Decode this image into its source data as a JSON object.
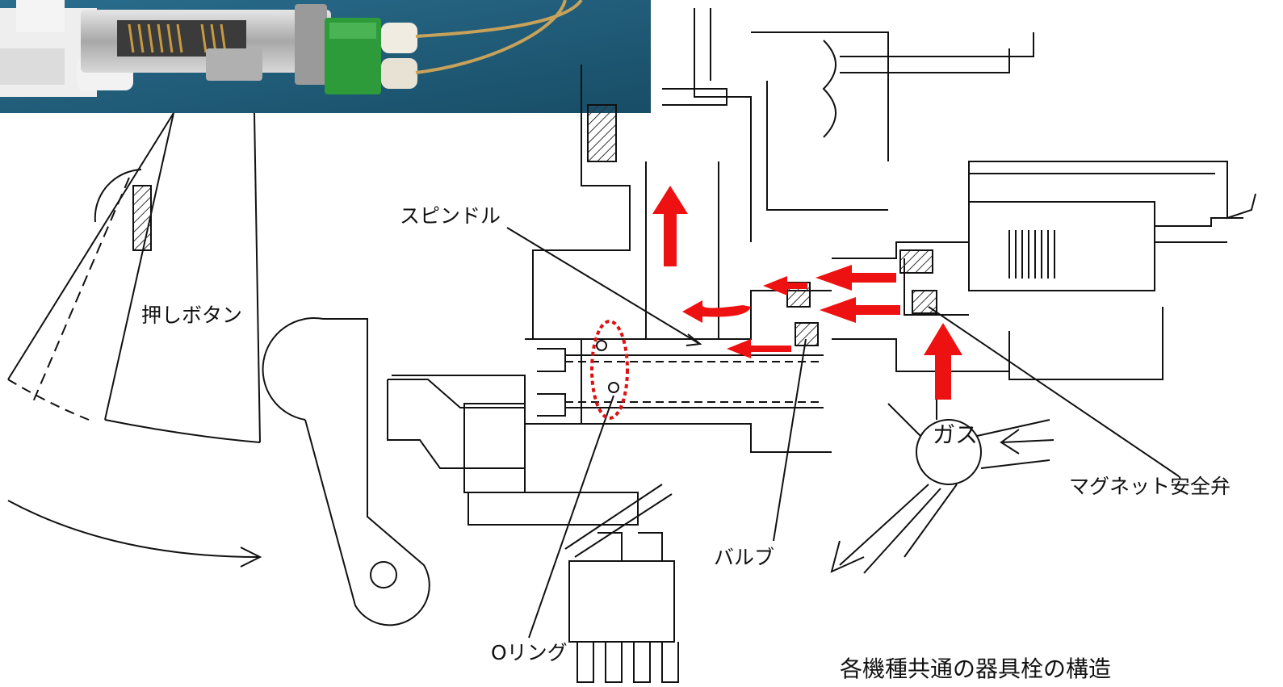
{
  "photo_inset": {
    "description": "",
    "colors": {
      "background": "#1c5a78",
      "body_metal": "#c8c8c8",
      "green_block": "#2e9b3a",
      "white_parts": "#f0ece2",
      "wire": "#c9a25a"
    }
  },
  "labels": {
    "spindle": "スピンドル",
    "push_button": "押しボタン",
    "gas": "ガス",
    "magnet_valve": "マグネット安全弁",
    "valve": "バルブ",
    "o_ring": "Oリング",
    "caption": "各機種共通の器具栓の構造"
  },
  "colors": {
    "line": "#111111",
    "arrow": "#ee1111",
    "hatch": "#333333",
    "background": "#ffffff"
  },
  "icons": {
    "flow_arrows": "red-arrow-icon",
    "gas_inlet": "open-arrow-icon",
    "o_ring_highlight": "dotted-ellipse-icon"
  }
}
